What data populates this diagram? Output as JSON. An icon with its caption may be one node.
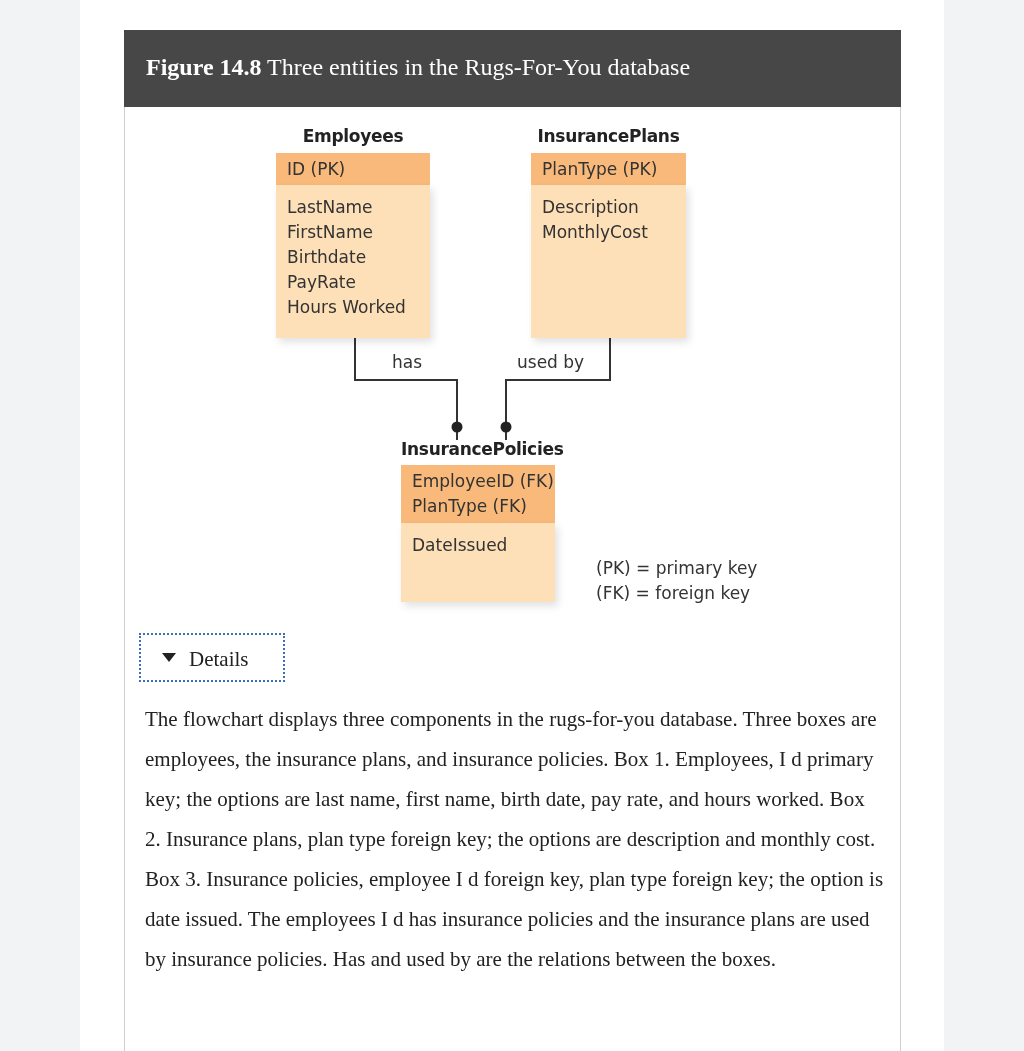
{
  "diagram": {
    "title": "**Figure 14.8** Three entities in the Rugs-For-You database",
    "nodes": [
      {
        "text": [
          "Employees"
        ]
      },
      {
        "text": [
          "ID (PK)"
        ],
        "in": 0
      },
      {
        "text": [
          "LastName",
          "FirstName",
          "Birthdate",
          "PayRate",
          "Hours Worked"
        ],
        "in": 0
      },
      {
        "text": [
          "InsurancePlans"
        ]
      },
      {
        "text": [
          "PlanType (PK)"
        ],
        "in": 3
      },
      {
        "text": [
          "Description",
          "MonthlyCost"
        ],
        "in": 3
      },
      {
        "text": [
          "InsurancePolicies"
        ]
      },
      {
        "text": [
          "EmployeeID (FK)",
          "PlanType (FK)"
        ],
        "in": 6
      },
      {
        "text": [
          "DateIssued"
        ],
        "in": 6
      }
    ],
    "edges": [
      {
        "from": 0,
        "to": 6,
        "arrow": "other",
        "label": "has"
      },
      {
        "from": 3,
        "to": 6,
        "arrow": "other",
        "label": "used by"
      }
    ],
    "labels": [
      "(PK) = primary key",
      "(FK) = foreign key",
      "Details",
      "The flowchart displays three components in the rugs-for-you database. Three boxes are employees, the insurance plans, and insurance policies. Box 1. Employees, I d primary key; the options are last name, first name, birth date, pay rate, and hours worked. Box 2. Insurance plans, plan type foreign key; the options are description and monthly cost. Box 3. Insurance policies, employee I d foreign key, plan type foreign key; the option is date issued. The employees I d has insurance policies and the insurance plans are used by insurance policies. Has and used by are the relations between the boxes."
    ]
  }
}
